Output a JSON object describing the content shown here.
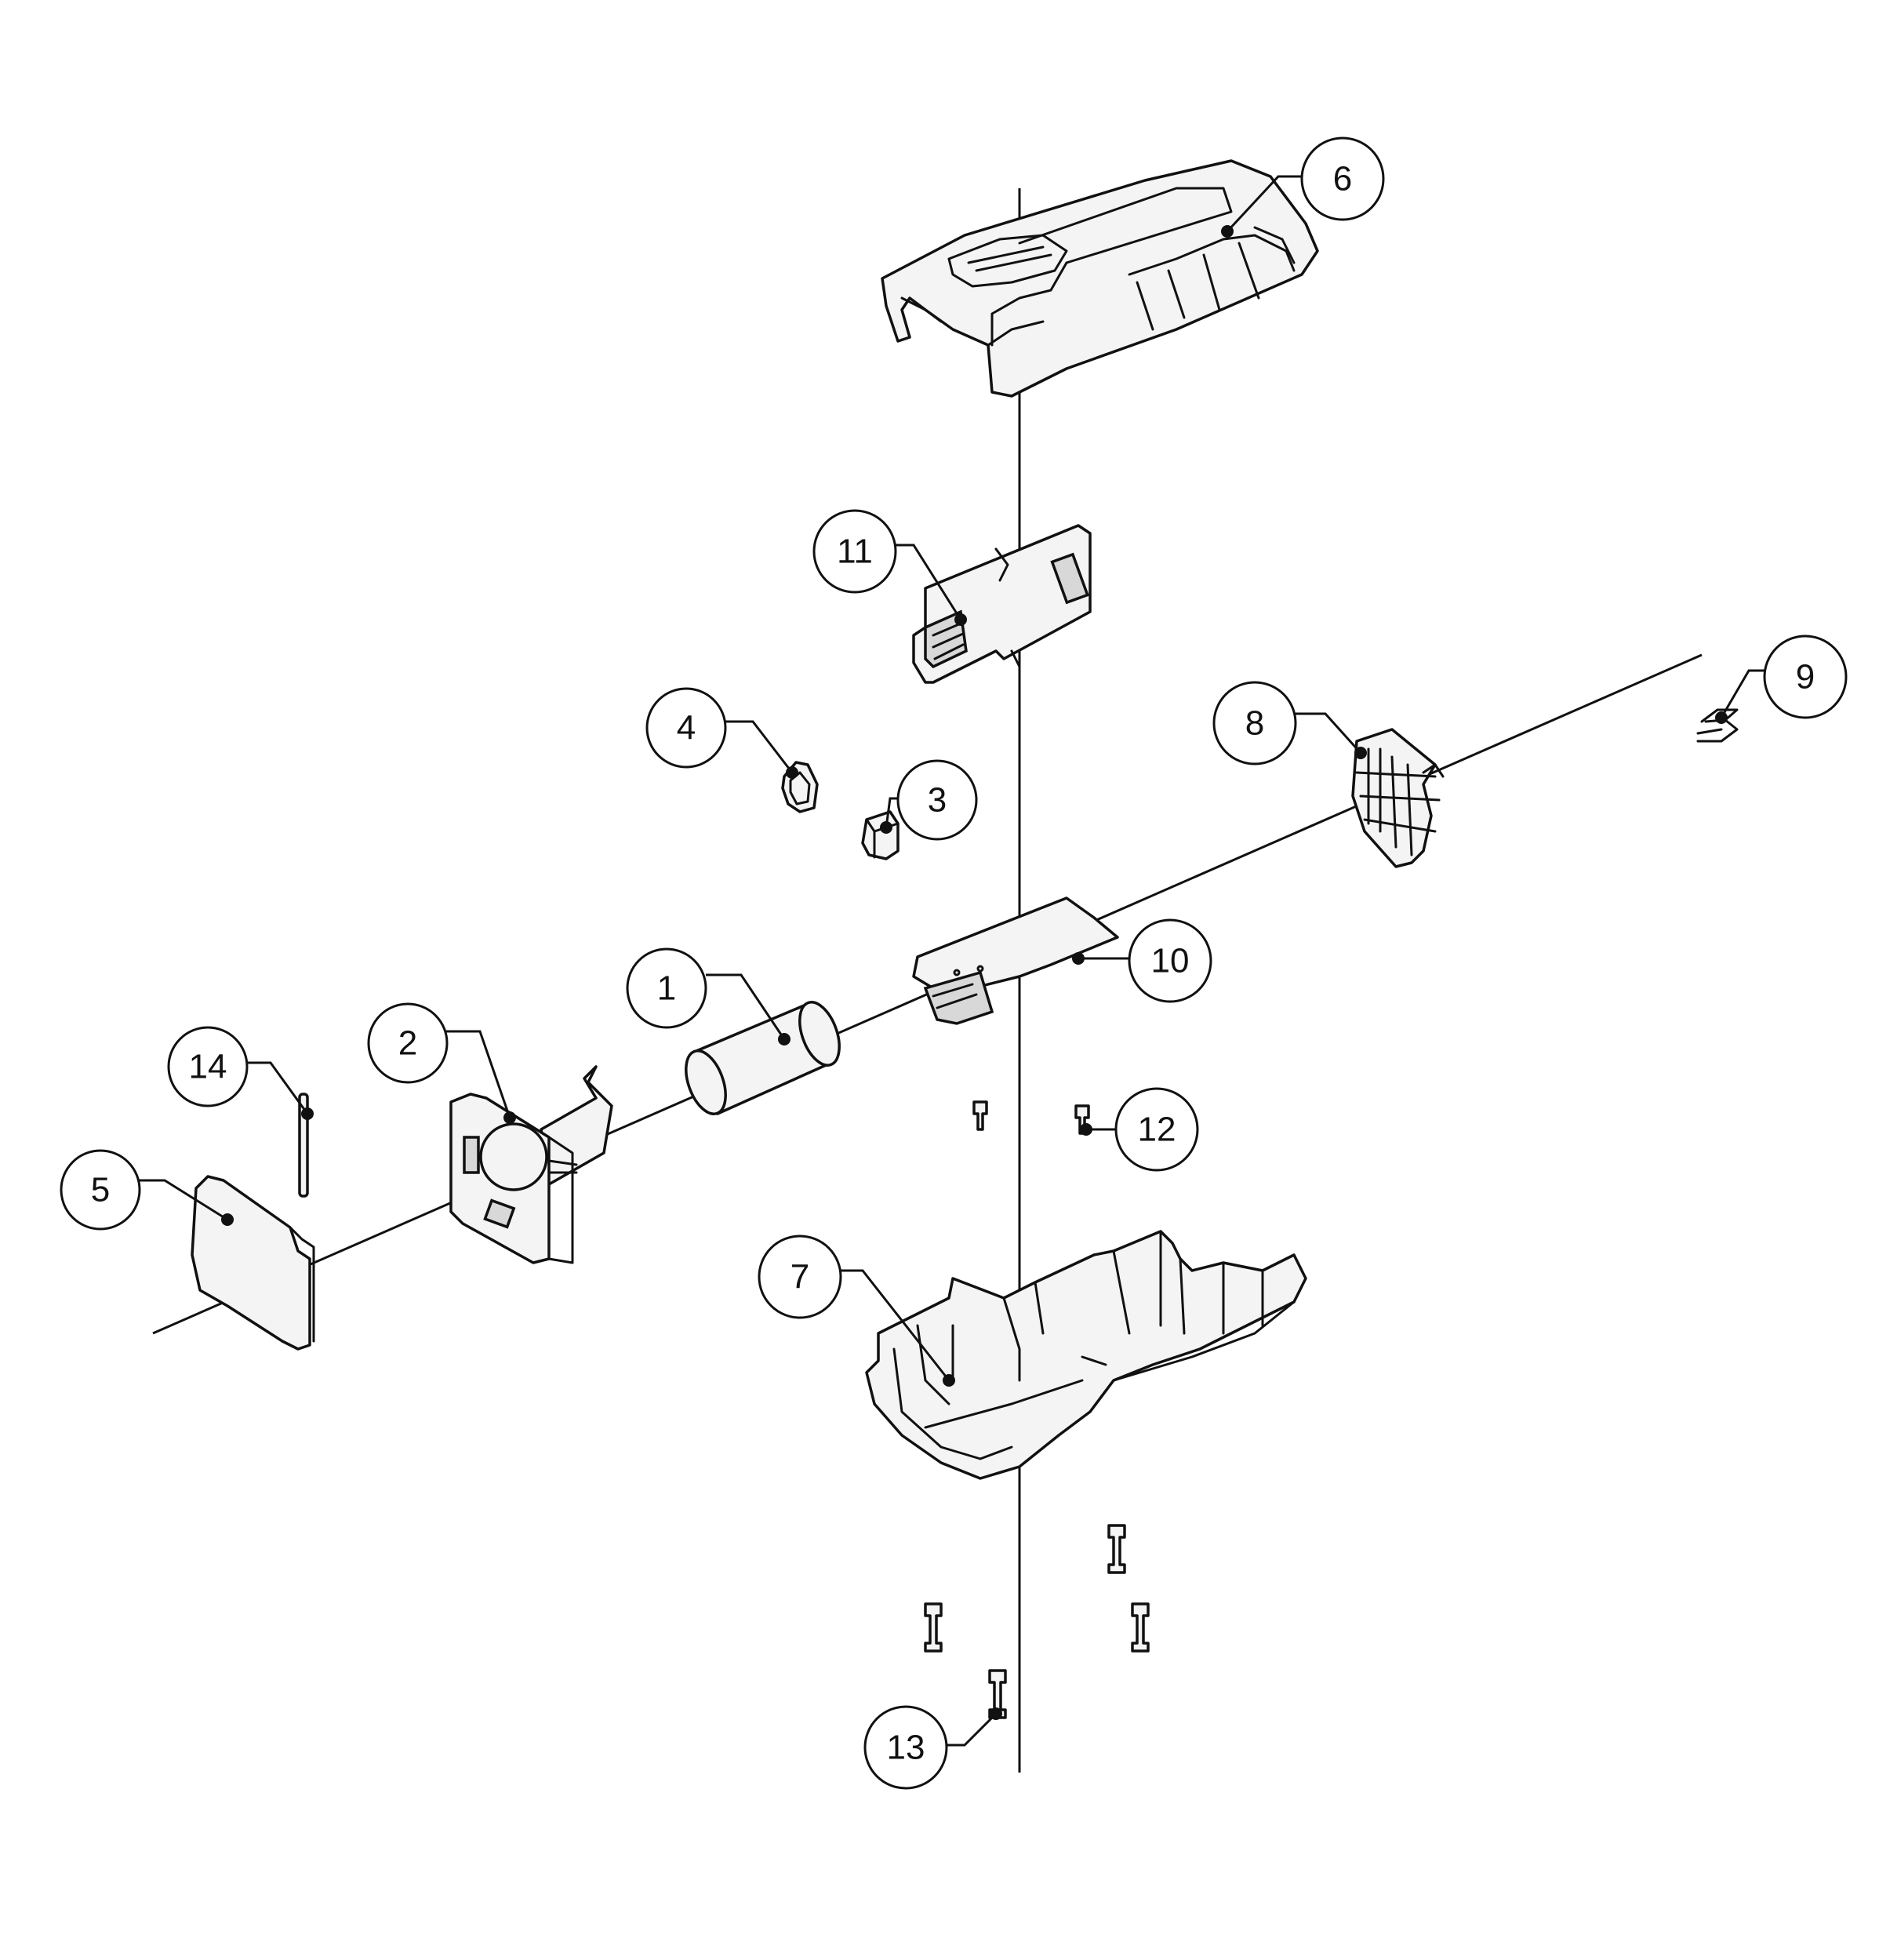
{
  "diagram": {
    "type": "exploded-parts-view",
    "callouts": [
      {
        "id": "callout-1",
        "label": "1"
      },
      {
        "id": "callout-2",
        "label": "2"
      },
      {
        "id": "callout-3",
        "label": "3"
      },
      {
        "id": "callout-4",
        "label": "4"
      },
      {
        "id": "callout-5",
        "label": "5"
      },
      {
        "id": "callout-6",
        "label": "6"
      },
      {
        "id": "callout-7",
        "label": "7"
      },
      {
        "id": "callout-8",
        "label": "8"
      },
      {
        "id": "callout-9",
        "label": "9"
      },
      {
        "id": "callout-10",
        "label": "10"
      },
      {
        "id": "callout-11",
        "label": "11"
      },
      {
        "id": "callout-12",
        "label": "12"
      },
      {
        "id": "callout-13",
        "label": "13"
      },
      {
        "id": "callout-14",
        "label": "14"
      }
    ],
    "colors": {
      "line": "#111111",
      "background": "#ffffff"
    }
  }
}
